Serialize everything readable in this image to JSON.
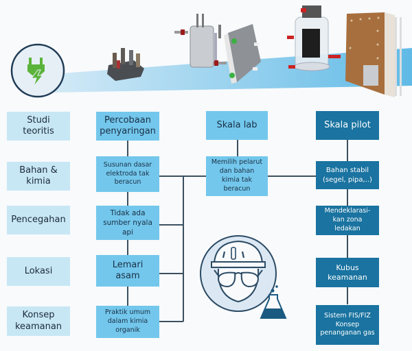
{
  "illustration": {
    "icon": "electric-plug-icon",
    "equipment": [
      "electrode-assembly",
      "cylindrical-cell",
      "flow-cell-block",
      "glass-reactor",
      "plate-stack-reactor"
    ]
  },
  "left_column": [
    {
      "label": "Studi teoritis"
    },
    {
      "label": "Bahan & kimia"
    },
    {
      "label": "Pencegahan"
    },
    {
      "label": "Lokasi"
    },
    {
      "label": "Konsep keamanan"
    }
  ],
  "screening": {
    "header": "Percobaan penyaringan",
    "items": [
      {
        "label": "Susunan dasar elektroda tak beracun"
      },
      {
        "label": "Tidak ada sumber nyala api"
      },
      {
        "label": "Lemari asam"
      },
      {
        "label": "Praktik umum dalam kimia organik"
      }
    ]
  },
  "lab_scale": {
    "header": "Skala lab",
    "items": [
      {
        "label": "Memilih pelarut dan bahan kimia tak beracun"
      }
    ]
  },
  "pilot_scale": {
    "header": "Skala pilot",
    "items": [
      {
        "label": "Bahan stabil (segel, pipa,..)"
      },
      {
        "label": "Mendeklarasi-kan zona ledakan"
      },
      {
        "label": "Kubus keamanan"
      },
      {
        "label": "Sistem FIS/FIZ Konsep penanganan gas"
      }
    ]
  },
  "safety_icon": "safety-worker-with-flask-icon",
  "colors": {
    "pale_box": "#c8e7f5",
    "mid_box": "#73c7ec",
    "dark_box": "#1a73a0",
    "connector": "#3b4f5e",
    "plug_green": "#5ab33a",
    "ribbon": "#7cc6ea"
  }
}
